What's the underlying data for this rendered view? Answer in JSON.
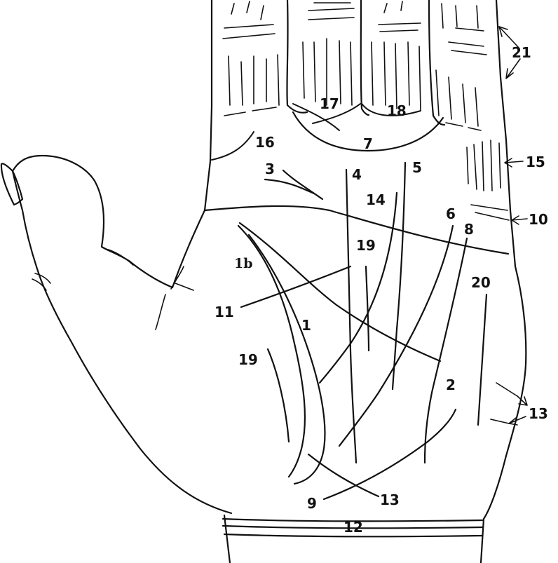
{
  "labels": {
    "l1": "1",
    "l1b": "1b",
    "l2": "2",
    "l3": "3",
    "l4": "4",
    "l5": "5",
    "l6": "6",
    "l7": "7",
    "l8": "8",
    "l9": "9",
    "l10": "10",
    "l11": "11",
    "l12": "12",
    "l13a": "13",
    "l13b": "13",
    "l14": "14",
    "l15": "15",
    "l16": "16",
    "l17": "17",
    "l18": "18",
    "l19a": "19",
    "l19b": "19",
    "l20": "20",
    "l21": "21"
  },
  "colors": {
    "ink": "#111111",
    "paper": "#ffffff"
  }
}
